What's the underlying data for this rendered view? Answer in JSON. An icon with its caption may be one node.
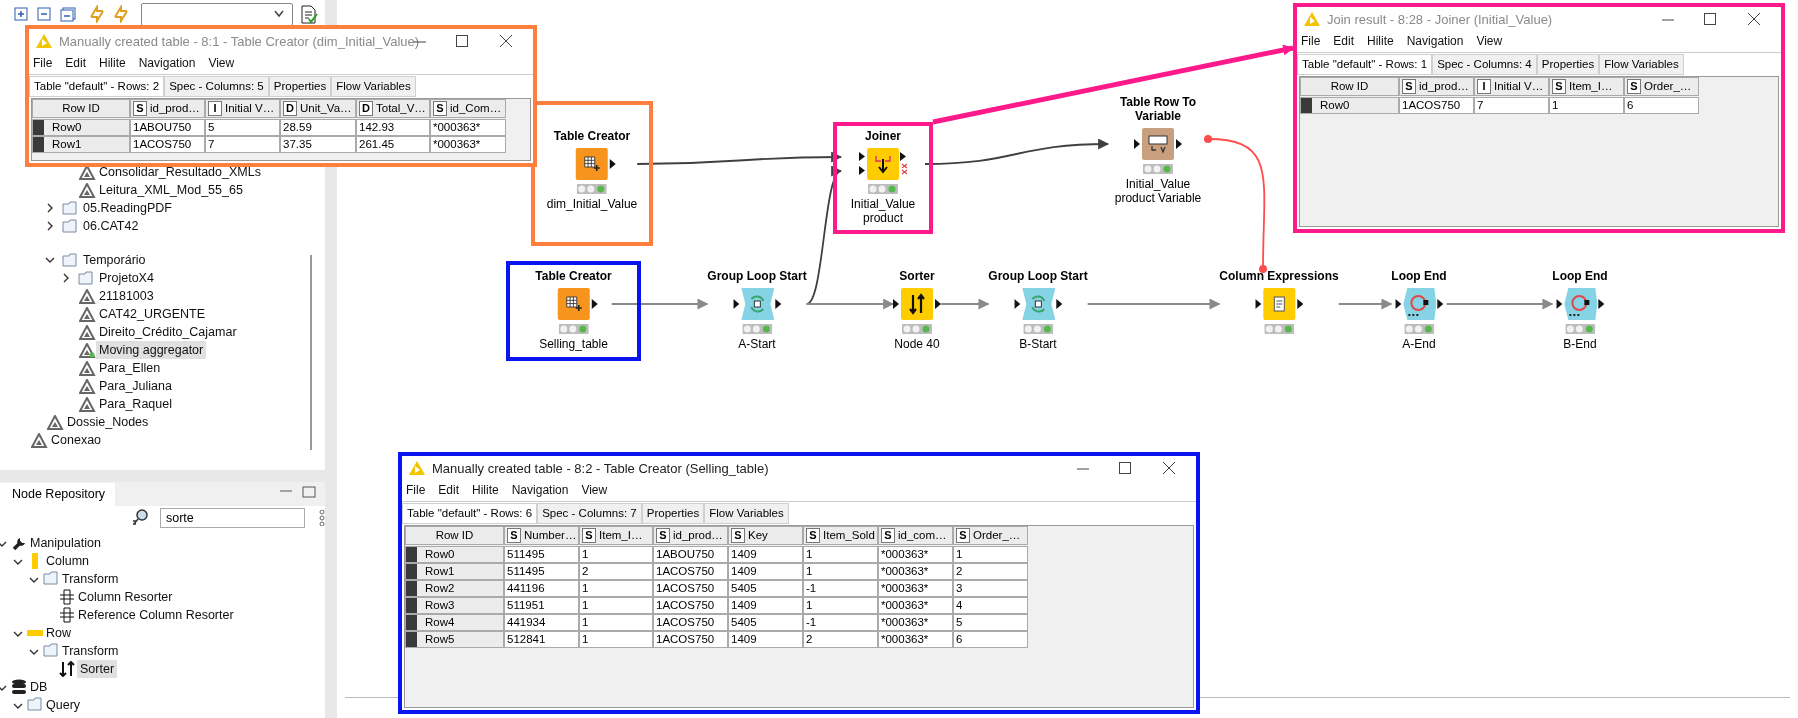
{
  "diagram": {
    "nodes": [
      {
        "text": [
          "Manually created table - 8:1 - Table Creator (dim_Initial_Value)"
        ]
      },
      {
        "text": [
          "Join result - 8:28 - Joiner (Initial_Value)"
        ]
      },
      {
        "text": [],
        "shape": "box"
      },
      {
        "text": [
          "Table Creator",
          "dim_Initial_Value"
        ],
        "in": 2
      },
      {
        "text": [],
        "shape": "box"
      },
      {
        "text": [
          "Joiner",
          "Initial_Value product"
        ],
        "in": 4
      },
      {
        "text": [
          "Table Row To Variable",
          "Initial_Value product Variable"
        ]
      },
      {
        "text": [],
        "shape": "box"
      },
      {
        "text": [
          "Table Creator",
          "Selling_table"
        ],
        "in": 7
      },
      {
        "text": [
          "Group Loop Start",
          "A-Start"
        ]
      },
      {
        "text": [
          "Sorter",
          "Node 40"
        ]
      },
      {
        "text": [
          "Group Loop Start",
          "B-Start"
        ]
      },
      {
        "text": [
          "Column Expressions"
        ]
      },
      {
        "text": [
          "Loop End",
          "A-End"
        ]
      },
      {
        "text": [
          "Loop End",
          "B-End"
        ]
      },
      {
        "text": [
          "Manually created table - 8:2 - Table Creator (Selling_table)"
        ]
      }
    ],
    "edges": [
      {
        "from": 3,
        "to": 5,
        "arrow": "to",
        "color": "#404040"
      },
      {
        "from": 9,
        "to": 5,
        "arrow": "to",
        "color": "#404040"
      },
      {
        "from": 5,
        "to": 6,
        "arrow": "to",
        "color": "#404040"
      },
      {
        "from": 6,
        "to": 12,
        "arrow": "other",
        "color": "#ff4d4d"
      },
      {
        "from": 8,
        "to": 9,
        "arrow": "to"
      },
      {
        "from": 9,
        "to": 10,
        "arrow": "to"
      },
      {
        "from": 10,
        "to": 11,
        "arrow": "to"
      },
      {
        "from": 11,
        "to": 12,
        "arrow": "to"
      },
      {
        "from": 12,
        "to": 13,
        "arrow": "to"
      },
      {
        "from": 13,
        "to": 14,
        "arrow": "to"
      },
      {
        "from": 4,
        "to": 1,
        "arrow": "to",
        "style": "thick",
        "color": "#ff1a8c"
      }
    ],
    "labels": [
      "File",
      "Edit",
      "Hilite",
      "Navigation",
      "View",
      "Table \"default\" - Rows: 2",
      "Spec - Columns: 5",
      "Properties",
      "Flow Variables",
      "Row ID",
      "S",
      "id_prod…",
      "I",
      "Initial V…",
      "D",
      "Unit_Va…",
      "D",
      "Total_V…",
      "S",
      "id_Com…",
      "Row0",
      "1ABOU750",
      "5",
      "28.59",
      "142.93",
      "*000363*",
      "Row1",
      "1ACOS750",
      "7",
      "37.35",
      "261.45",
      "*000363*",
      "Consolidar_Resultado_XMLs",
      "Leitura_XML_Mod_55_65",
      "05.ReadingPDF",
      "06.CAT42",
      "Temporário",
      "ProjetoX4",
      "21181003",
      "CAT42_URGENTE",
      "Direito_Crédito_Cajamar",
      "Moving aggregator",
      "Para_Ellen",
      "Para_Juliana",
      "Para_Raquel",
      "Dossie_Nodes",
      "Conexao",
      "Node Repository",
      "sorte",
      "Manipulation",
      "Column",
      "Transform",
      "Column Resorter",
      "Reference Column Resorter",
      "Row",
      "Transform",
      "Sorter",
      "DB",
      "Query",
      "File",
      "Edit",
      "Hilite",
      "Navigation",
      "View",
      "Table \"default\" - Rows: 1",
      "Spec - Columns: 4",
      "Properties",
      "Flow Variables",
      "Row ID",
      "S",
      "id_prod…",
      "I",
      "Initial V…",
      "S",
      "Item_I…",
      "S",
      "Order_…",
      "Row0",
      "1ACOS750",
      "7",
      "1",
      "6",
      "File",
      "Edit",
      "Hilite",
      "Navigation",
      "View",
      "Table \"default\" - Rows: 6",
      "Spec - Columns: 7",
      "Properties",
      "Flow Variables",
      "Row ID",
      "S",
      "Number…",
      "S",
      "Item_I…",
      "S",
      "id_prod…",
      "S",
      "Key",
      "S",
      "Item_Sold",
      "S",
      "id_com…",
      "S",
      "Order_…",
      "Row0",
      "511495",
      "1",
      "1ABOU750",
      "1409",
      "1",
      "*000363*",
      "1",
      "Row1",
      "511495",
      "2",
      "1ACOS750",
      "1409",
      "1",
      "*000363*",
      "2",
      "Row2",
      "441196",
      "1",
      "1ACOS750",
      "5405",
      "-1",
      "*000363*",
      "3",
      "Row3",
      "511951",
      "1",
      "1ACOS750",
      "1409",
      "1",
      "*000363*",
      "4",
      "Row4",
      "441934",
      "1",
      "1ACOS750",
      "5405",
      "-1",
      "*000363*",
      "5",
      "Row5",
      "512841",
      "1",
      "1ACOS750",
      "1409",
      "2",
      "*000363*",
      "6"
    ]
  }
}
